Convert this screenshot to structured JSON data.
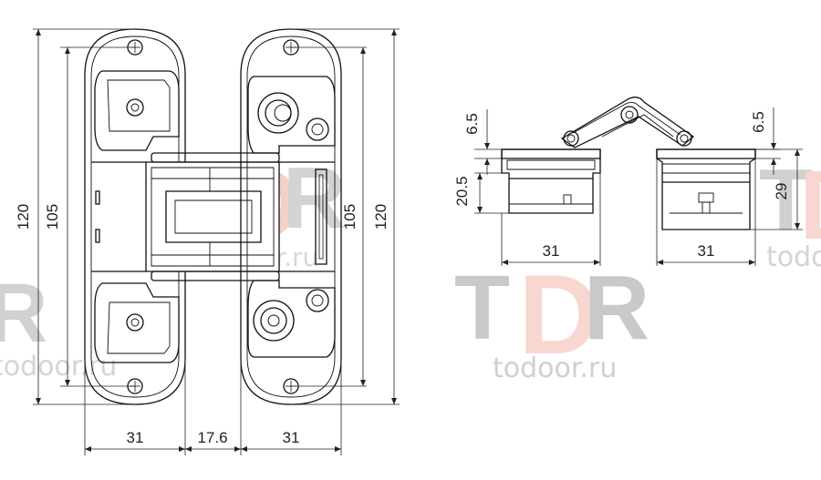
{
  "drawing": {
    "front_view": {
      "overall_height": "120",
      "inner_height_left": "105",
      "inner_height_right": "105",
      "overall_height_right": "120",
      "left_body_width": "31",
      "gap_width": "17.6",
      "right_body_width": "31"
    },
    "side_view": {
      "left_offset": "6.5",
      "left_height": "20.5",
      "left_width": "31",
      "right_offset": "6.5",
      "right_height": "29",
      "right_width": "31"
    }
  },
  "watermark": {
    "letter_t": "T",
    "letter_d": "D",
    "letter_r": "R",
    "site": "todoor.ru",
    "colors": {
      "gray": "#c9c9c9",
      "accent": "#f7d7cf"
    }
  }
}
